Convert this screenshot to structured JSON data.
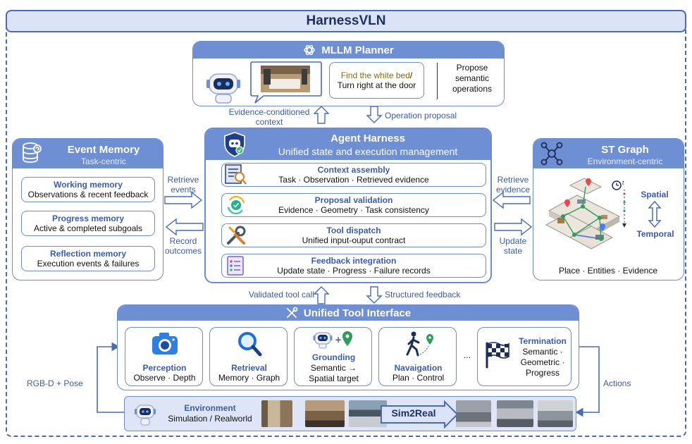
{
  "title": "HarnessVLN",
  "planner": {
    "title": "MLLM Planner",
    "instruction_highlight": "Find the white bed",
    "instruction_sep": "/",
    "instruction_rest": "Turn right at the door",
    "propose_line1": "Propose",
    "propose_line2": "semantic",
    "propose_line3": "operations"
  },
  "links": {
    "evidence_context_1": "Evidence-conditioned",
    "evidence_context_2": "context",
    "operation_proposal": "Operation proposal",
    "retrieve_events_1": "Retrieve",
    "retrieve_events_2": "events",
    "record_outcomes_1": "Record",
    "record_outcomes_2": "outcomes",
    "retrieve_evidence_1": "Retrieve",
    "retrieve_evidence_2": "evidence",
    "update_state_1": "Update",
    "update_state_2": "state",
    "validated_tool_call": "Validated tool call",
    "structured_feedback": "Structured feedback",
    "rgbd_pose": "RGB-D + Pose",
    "actions": "Actions"
  },
  "event_memory": {
    "title": "Event Memory",
    "subtitle": "Task-centric",
    "items": [
      {
        "title": "Working memory",
        "text": "Observations & recent feedback"
      },
      {
        "title": "Progress memory",
        "text": "Active & completed subgoals"
      },
      {
        "title": "Reflection memory",
        "text": "Execution events & failures"
      }
    ]
  },
  "harness": {
    "title": "Agent Harness",
    "subtitle": "Unified state and execution management",
    "items": [
      {
        "title": "Context assembly",
        "text": "Task · Observation · Retrieved evidence"
      },
      {
        "title": "Proposal validation",
        "text": "Evidence · Geometry · Task consistency"
      },
      {
        "title": "Tool dispatch",
        "text": "Unified input-ouput contract"
      },
      {
        "title": "Feedback integration",
        "text": "Update state · Progress · Failure records"
      }
    ]
  },
  "st_graph": {
    "title": "ST Graph",
    "subtitle": "Environment-centric",
    "spatial": "Spatial",
    "temporal": "Temporal",
    "time_label": "t",
    "footer": "Place · Entities · Evidence"
  },
  "tools": {
    "title": "Unified Tool Interface",
    "perception": {
      "title": "Perception",
      "text": "Observe · Depth"
    },
    "retrieval": {
      "title": "Retrieval",
      "text": "Memory · Graph"
    },
    "grounding": {
      "title": "Grounding",
      "text1": "Semantic →",
      "text2": "Spatial target"
    },
    "navigation": {
      "title": "Navaigation",
      "text": "Plan · Control"
    },
    "ellipsis": "...",
    "termination": {
      "title": "Termination",
      "text1": "Semantic ·",
      "text2": "Geometric ·",
      "text3": "Progress"
    }
  },
  "environment": {
    "title": "Environment",
    "text": "Simulation / Realworld",
    "sim2real": "Sim2Real"
  },
  "colors": {
    "accent": "#6f8fd4",
    "border": "#4a6bb5",
    "title_bg": "#dbe4f6",
    "text_blue": "#3b5cb0",
    "highlight": "#8b6a10"
  }
}
